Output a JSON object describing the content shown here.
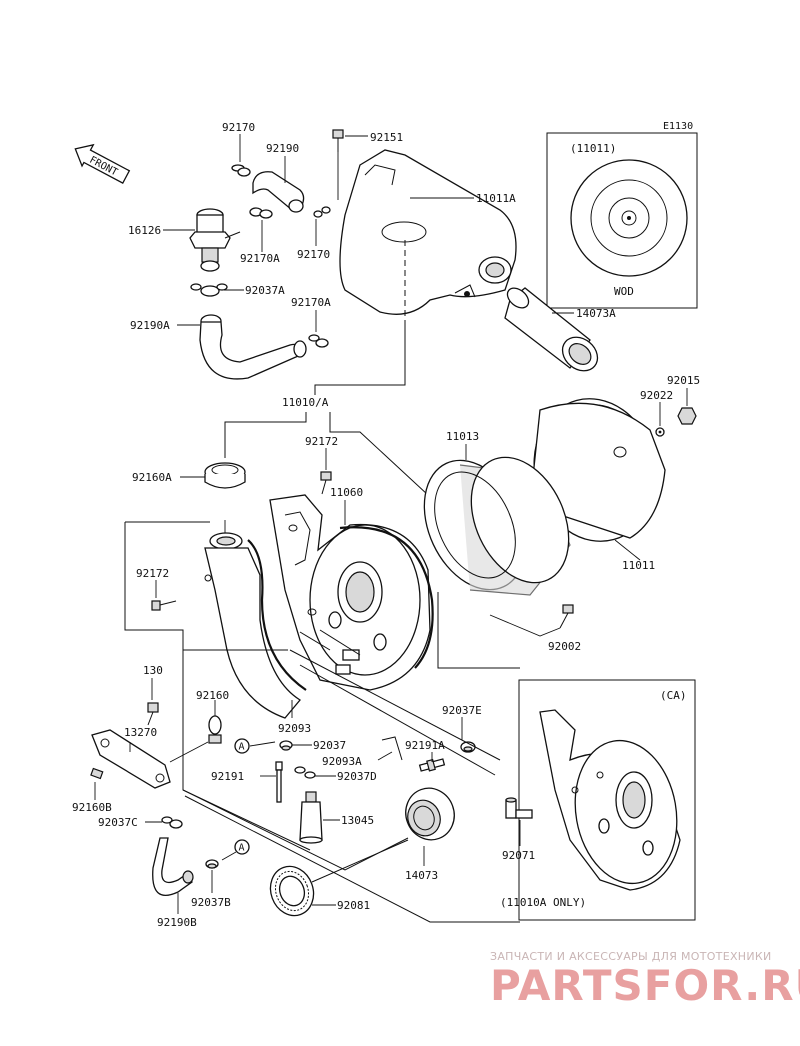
{
  "diagram_code": "E1130",
  "front_arrow_label": "FRONT",
  "inset_wod": {
    "ref": "(11011)",
    "caption": "WOD"
  },
  "inset_ca": {
    "tag": "(CA)",
    "note": "(11010A ONLY)",
    "part": "92071"
  },
  "circle_marker": "A",
  "parts": {
    "p92170": "92170",
    "p92151": "92151",
    "p92190": "92190",
    "p11011A": "11011A",
    "p16126": "16126",
    "p92170A_1": "92170A",
    "p92170_2": "92170",
    "p92037A": "92037A",
    "p92170A_2": "92170A",
    "p14073A": "14073A",
    "p92190A": "92190A",
    "p11010A": "11010/A",
    "p92015": "92015",
    "p92022": "92022",
    "p92172_1": "92172",
    "p11013": "11013",
    "p92160A": "92160A",
    "p11060": "11060",
    "p11011": "11011",
    "p92172_2": "92172",
    "p92002": "92002",
    "p130": "130",
    "p92160": "92160",
    "p92093": "92093",
    "p92037E": "92037E",
    "p13270": "13270",
    "p92037": "92037",
    "p92191A": "92191A",
    "p92093A": "92093A",
    "p92191": "92191",
    "p92037D": "92037D",
    "p92160B": "92160B",
    "p92037C": "92037C",
    "p13045": "13045",
    "p14073": "14073",
    "p92037B": "92037B",
    "p92081": "92081",
    "p92190B": "92190B"
  },
  "watermark": {
    "tagline": "ЗАПЧАСТИ И АКСЕССУАРЫ ДЛЯ МОТОТЕХНИКИ",
    "brand": "PARTSFOR.RU"
  }
}
